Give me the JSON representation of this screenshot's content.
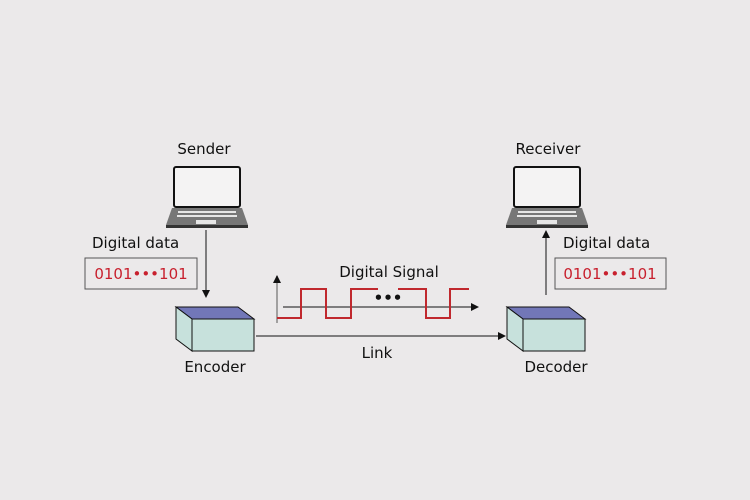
{
  "diagram": {
    "title": "Digital data transmission",
    "sender": {
      "label": "Sender",
      "icon": "laptop-icon"
    },
    "receiver": {
      "label": "Receiver",
      "icon": "laptop-icon"
    },
    "sender_data": {
      "label": "Digital data",
      "bits": "0101•••101"
    },
    "receiver_data": {
      "label": "Digital data",
      "bits": "0101•••101"
    },
    "encoder": {
      "label": "Encoder"
    },
    "decoder": {
      "label": "Decoder"
    },
    "signal": {
      "label": "Digital Signal",
      "ellipsis": "•••"
    },
    "link": {
      "label": "Link"
    },
    "colors": {
      "background": "#ebe9ea",
      "signal": "#c0282e",
      "bits_text": "#c8202e",
      "box_top": "#7277b8",
      "box_face": "#c7e1dc",
      "laptop_body": "#777777"
    }
  }
}
